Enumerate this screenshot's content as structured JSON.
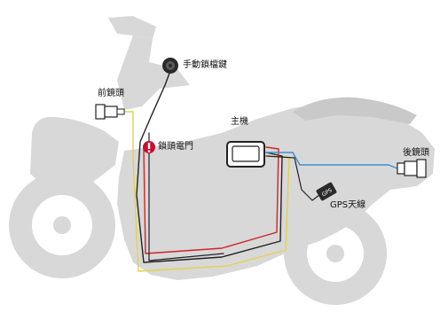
{
  "labels": {
    "lock_button": "手動鎖檔鍵",
    "front_camera": "前鏡頭",
    "main_unit": "主機",
    "lock_power": "鎖頭電門",
    "rear_camera": "後鏡頭",
    "gps_antenna": "GPS天線",
    "gps_badge": "GPS"
  },
  "colors": {
    "scooter": "#d8d8d8",
    "wire_black": "#222222",
    "wire_red": "#d2232a",
    "wire_yellow": "#e3d24a",
    "wire_blue": "#3b8fd4",
    "badge_red": "#c8102e"
  },
  "icons": {
    "lock_power_marker": "exclamation-badge-icon"
  }
}
